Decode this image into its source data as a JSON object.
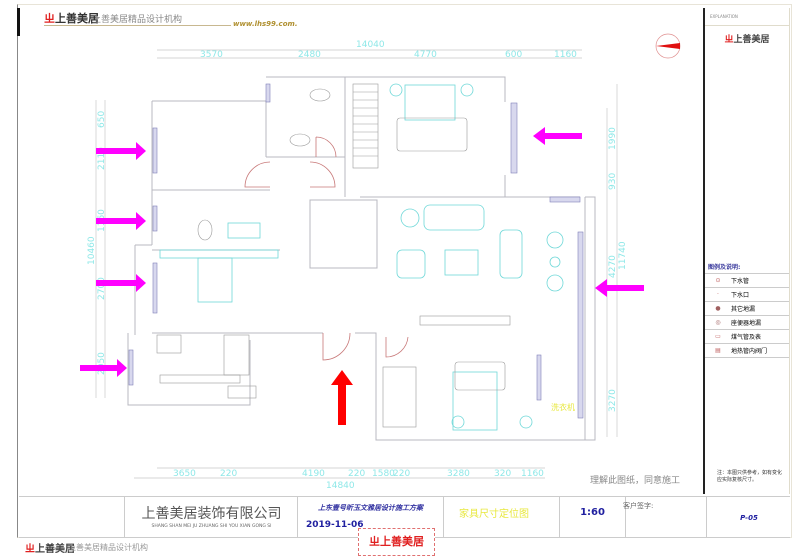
{
  "header": {
    "brand_logo": "上善美居",
    "org_name": "上善美居精品设计机构",
    "website": "www.lhs99.com."
  },
  "dimensions": {
    "top_total": "14040",
    "top_segments": [
      "3570",
      "2480",
      "4770",
      "600",
      "1160"
    ],
    "left_total": "10460",
    "left_segments": [
      "650",
      "2110",
      "1160",
      "2700",
      "2050"
    ],
    "right_total": "11740",
    "right_segments": [
      "1990",
      "930",
      "4270",
      "3270"
    ],
    "bottom_total": "14840",
    "bottom_segments": [
      "3650",
      "220",
      "4190",
      "220",
      "1580",
      "220",
      "3280",
      "320",
      "1160"
    ]
  },
  "plan": {
    "washer_label": "洗衣机",
    "approval_note": "理解此图纸，同意施工",
    "colors": {
      "window_arrow": "#ff00ff",
      "entry_arrow": "#ff0000",
      "wall": "#b8b8c0",
      "furniture": "#6fd8d8"
    }
  },
  "side_panel": {
    "explanation_label": "EXPLANATION",
    "brand_logo": "上善美居",
    "legend_title": "图例及说明:",
    "legend": [
      {
        "icon": "drain-pipe-icon",
        "label": "下水管"
      },
      {
        "icon": "drain-outlet-icon",
        "label": "下水口"
      },
      {
        "icon": "floor-drain-icon",
        "label": "其它地漏"
      },
      {
        "icon": "toilet-drain-icon",
        "label": "座便器地漏"
      },
      {
        "icon": "gas-meter-icon",
        "label": "煤气管及表"
      },
      {
        "icon": "heating-valve-icon",
        "label": "地热管内阀门"
      }
    ],
    "note": "注：本图只供参考，如有变化应实际复核尺寸。"
  },
  "title_block": {
    "company_cn": "上善美居装饰有限公司",
    "company_pinyin": "SHANG SHAN MEI JU ZHUANG SHI YOU XIAN GONG SI",
    "project": "上东壹号昕玉文雅居设计施工方案",
    "date": "2019-11-06",
    "drawing_title": "家具尺寸定位图",
    "scale": "1:60",
    "client_sign_label": "客户签字:",
    "page": "P-05"
  },
  "footer": {
    "brand_logo": "上善美居",
    "org_name": "上善美居精品设计机构",
    "stamp": "上善美居"
  }
}
